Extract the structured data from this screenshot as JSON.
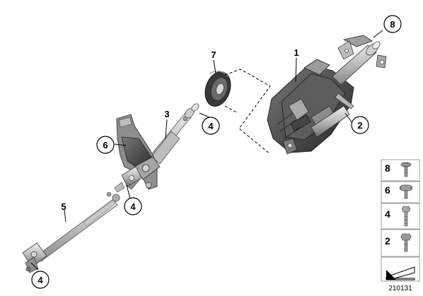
{
  "diagram": {
    "callouts": {
      "c1": "1",
      "c2": "2",
      "c3": "3",
      "c4a": "4",
      "c4b": "4",
      "c4c": "4",
      "c5": "5",
      "c6": "6",
      "c7": "7",
      "c8": "8"
    },
    "legend": [
      {
        "num": "8",
        "icon": "flange-bolt-icon"
      },
      {
        "num": "6",
        "icon": "hex-flange-bolt-icon"
      },
      {
        "num": "4",
        "icon": "long-bolt-icon"
      },
      {
        "num": "2",
        "icon": "short-bolt-icon"
      }
    ],
    "drawing_code": "210131"
  }
}
